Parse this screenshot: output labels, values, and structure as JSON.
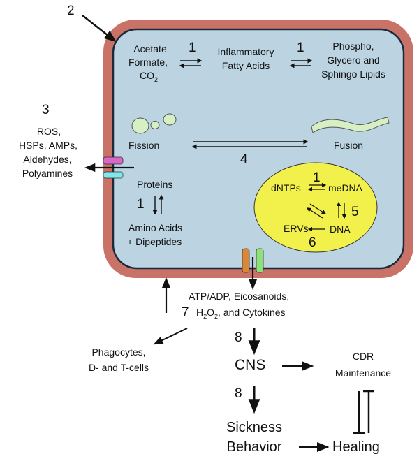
{
  "labels": {
    "n2": "2",
    "n3": "3",
    "acetate": "Acetate",
    "formate": "Formate,",
    "co": "CO",
    "sub2": "2",
    "n1_top_left": "1",
    "inflammatory": "Inflammatory",
    "fatty_acids": "Fatty Acids",
    "n1_top_right": "1",
    "phospho": "Phospho,",
    "glycero": "Glycero and",
    "sphingo": "Sphingo Lipids",
    "ros": "ROS,",
    "hsps": "HSPs, AMPs,",
    "aldehydes": "Aldehydes,",
    "polyamines": "Polyamines",
    "fission": "Fission",
    "fusion": "Fusion",
    "n4": "4",
    "proteins": "Proteins",
    "n1_protein": "1",
    "amino_acids": "Amino Acids",
    "dipeptides": "+ Dipeptides",
    "dntps": "dNTPs",
    "n1_nucleus": "1",
    "medna": "meDNA",
    "n5": "5",
    "ervs": "ERVs",
    "dna": "DNA",
    "n6": "6",
    "atp_line": "ATP/ADP, Eicosanoids,",
    "h": "H",
    "o": "O",
    "sub2b": "2",
    "cytokines": ", and Cytokines",
    "n7": "7",
    "phagocytes": "Phagocytes,",
    "dtcells": "D- and T-cells",
    "n8a": "8",
    "cns": "CNS",
    "cdr": "CDR",
    "maintenance": "Maintenance",
    "n8b": "8",
    "sickness": "Sickness",
    "behavior": "Behavior",
    "healing": "Healing"
  },
  "colors": {
    "membrane": "#c97268",
    "cytoplasm": "#bcd4e2",
    "nucleus": "#f2f04a",
    "vesicle": "#d6f0c4",
    "channel_magenta": "#d867c8",
    "channel_cyan": "#7fe8ec",
    "channel_orange": "#d9883a",
    "channel_green": "#8ee07a"
  }
}
